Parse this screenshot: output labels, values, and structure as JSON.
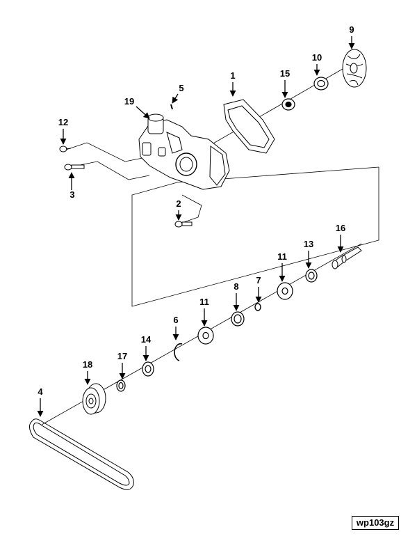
{
  "figure_id": "wp103gz",
  "callouts": [
    "1",
    "2",
    "3",
    "4",
    "5",
    "6",
    "7",
    "8",
    "9",
    "10",
    "11",
    "11",
    "12",
    "13",
    "14",
    "15",
    "16",
    "17",
    "18",
    "19"
  ],
  "colors": {
    "line": "#000000",
    "background": "#ffffff"
  }
}
